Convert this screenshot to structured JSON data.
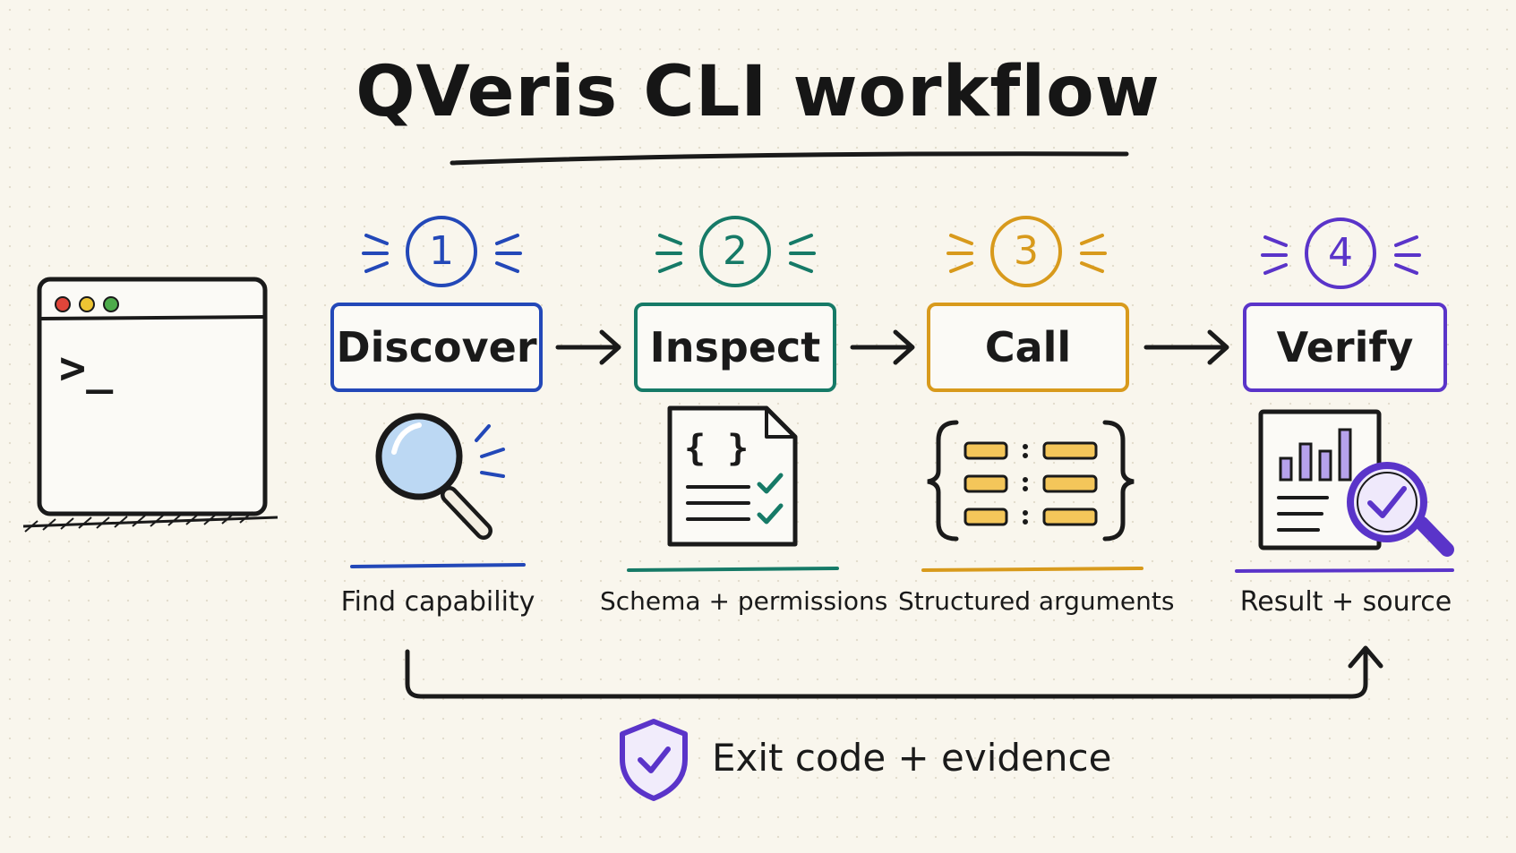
{
  "title": "QVeris CLI workflow",
  "terminal": {
    "prompt": ">_"
  },
  "steps": [
    {
      "number": "1",
      "label": "Discover",
      "caption": "Find capability",
      "icon": "magnifier-icon",
      "color": "#2348b8"
    },
    {
      "number": "2",
      "label": "Inspect",
      "caption": "Schema + permissions",
      "icon": "schema-document-icon",
      "color": "#167a67"
    },
    {
      "number": "3",
      "label": "Call",
      "caption": "Structured arguments",
      "icon": "structured-arguments-icon",
      "color": "#d89a1c"
    },
    {
      "number": "4",
      "label": "Verify",
      "caption": "Result + source",
      "icon": "report-verify-icon",
      "color": "#5a34c9"
    }
  ],
  "footer": {
    "label": "Exit code + evidence",
    "icon": "shield-check-icon"
  }
}
